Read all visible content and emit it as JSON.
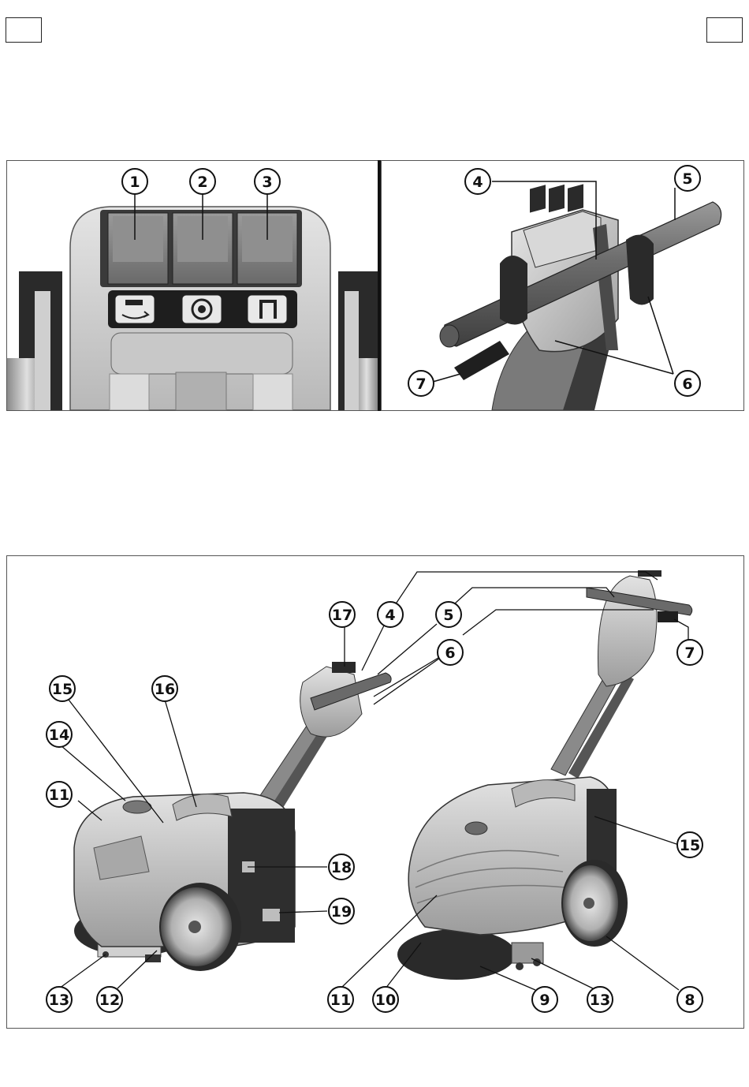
{
  "colors": {
    "body_light": "#d6d6d6",
    "body_mid": "#b5b5b5",
    "body_dark": "#6d6d6d",
    "rocker": "#8c8c8c",
    "black": "#1a1a1a",
    "callout_circle": "#ffffff",
    "line": "#111111"
  },
  "top_left_panel": {
    "callouts": [
      "1",
      "2",
      "3"
    ],
    "switch_icons": [
      "brush-rotation-icon",
      "vacuum-motor-icon",
      "squeegee-lift-icon"
    ]
  },
  "top_right_panel": {
    "callouts": [
      "4",
      "5",
      "6",
      "7"
    ]
  },
  "bottom_panel": {
    "callouts_left_machine": [
      "17",
      "4",
      "5",
      "6",
      "15",
      "16",
      "14",
      "11",
      "18",
      "19",
      "13",
      "12"
    ],
    "callouts_right_machine": [
      "7",
      "15",
      "11",
      "10",
      "9",
      "13",
      "8"
    ]
  }
}
